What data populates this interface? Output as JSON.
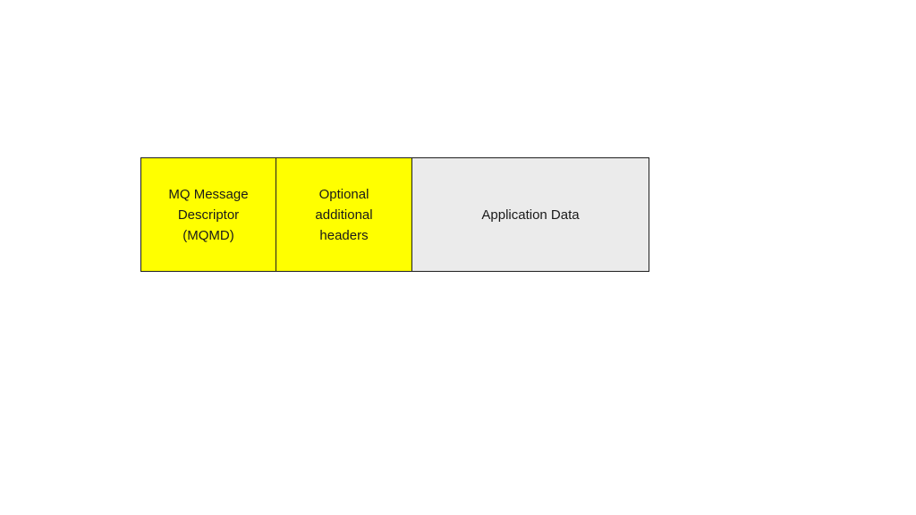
{
  "diagram": {
    "border_color": "#1f1f1f",
    "text_color": "#1a1a1a",
    "segments": [
      {
        "label": "MQ Message\nDescriptor\n(MQMD)",
        "fill": "#ffff00"
      },
      {
        "label": "Optional\nadditional\nheaders",
        "fill": "#ffff00"
      },
      {
        "label": "Application Data",
        "fill": "#ebebeb"
      }
    ]
  }
}
